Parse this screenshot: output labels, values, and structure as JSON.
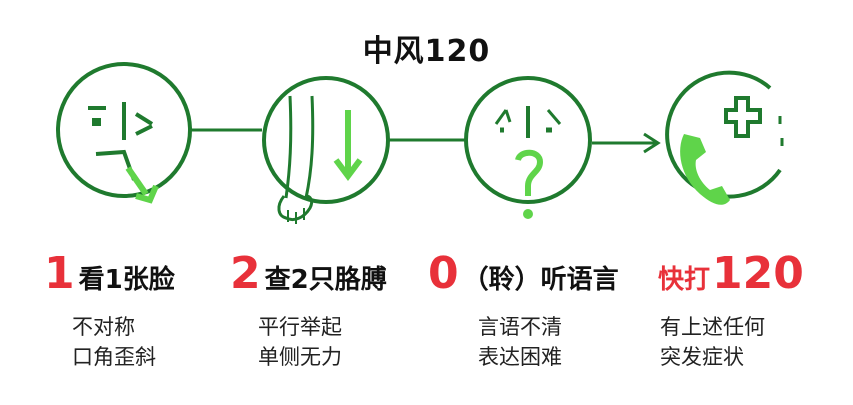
{
  "title": "中风120",
  "steps": [
    {
      "num": "1",
      "label": "看1张脸",
      "desc": [
        "不对称",
        "口角歪斜"
      ]
    },
    {
      "num": "2",
      "label": "查2只胳膊",
      "desc": [
        "平行举起",
        "单侧无力"
      ]
    },
    {
      "num": "0",
      "label": "（聆）听语言",
      "desc": [
        "言语不清",
        "表达困难"
      ]
    },
    {
      "num": "",
      "label_red": "快打",
      "label_num": "120",
      "desc": [
        "有上述任何",
        "突发症状"
      ]
    }
  ],
  "icons": [
    "face-asymmetry-icon",
    "arm-drop-icon",
    "confused-face-icon",
    "phone-call-icon"
  ],
  "colors": {
    "green_dark": "#1f7a2e",
    "green_light": "#5fd44a",
    "red": "#e8313a"
  }
}
